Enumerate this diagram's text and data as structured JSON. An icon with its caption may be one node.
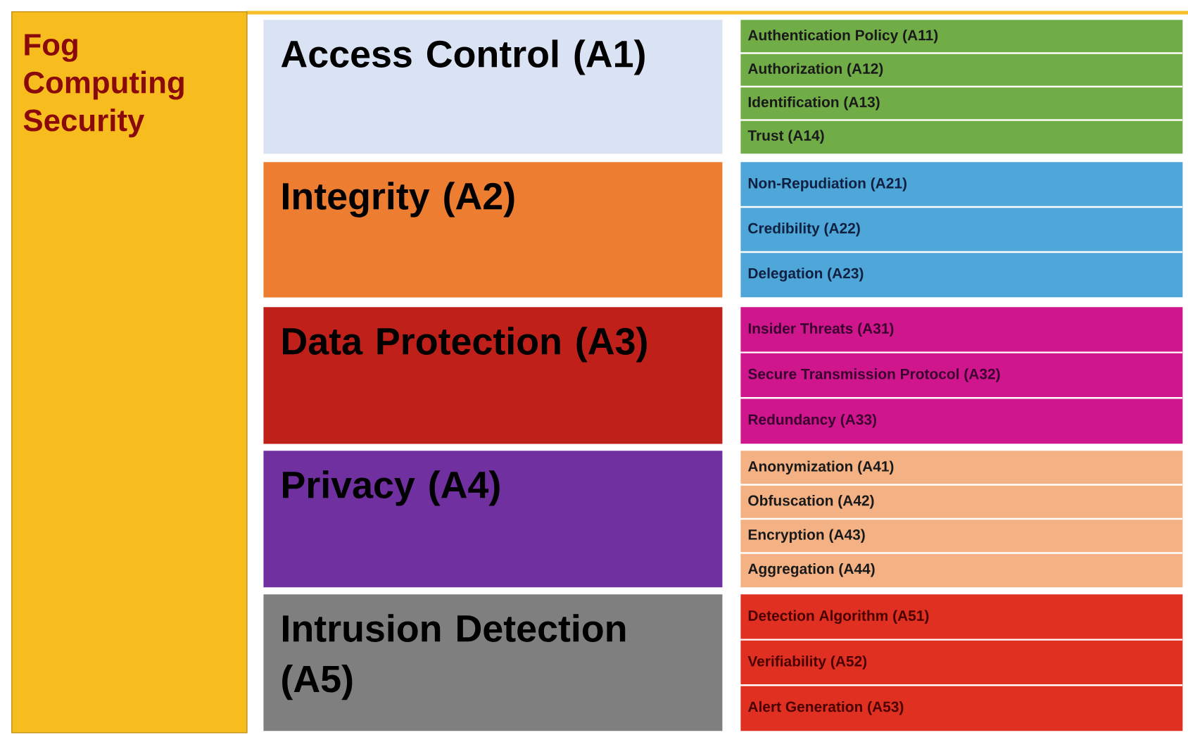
{
  "diagram": {
    "nodes": [
      {
        "text": [
          "Fog Computing Security"
        ]
      },
      {
        "text": [
          "Access Control (A1)"
        ]
      },
      {
        "text": [
          "Authentication Policy (A11)"
        ]
      },
      {
        "text": [
          "Authorization (A12)"
        ]
      },
      {
        "text": [
          "Identification (A13)"
        ]
      },
      {
        "text": [
          "Trust (A14)"
        ]
      },
      {
        "text": [
          "Integrity (A2)"
        ]
      },
      {
        "text": [
          "Non-Repudiation (A21)"
        ]
      },
      {
        "text": [
          "Credibility (A22)"
        ]
      },
      {
        "text": [
          "Delegation (A23)"
        ]
      },
      {
        "text": [
          "Data Protection (A3)"
        ]
      },
      {
        "text": [
          "Insider Threats (A31)"
        ]
      },
      {
        "text": [
          "Secure Transmission Protocol (A32)"
        ]
      },
      {
        "text": [
          "Redundancy (A33)"
        ]
      },
      {
        "text": [
          "Privacy (A4)"
        ]
      },
      {
        "text": [
          "Anonymization (A41)"
        ]
      },
      {
        "text": [
          "Obfuscation (A42)"
        ]
      },
      {
        "text": [
          "Encryption (A43)"
        ]
      },
      {
        "text": [
          "Aggregation (A44)"
        ]
      },
      {
        "text": [
          "Intrusion Detection (A5)"
        ]
      },
      {
        "text": [
          "Detection Algorithm (A51)"
        ]
      },
      {
        "text": [
          "Verifiability (A52)"
        ]
      },
      {
        "text": [
          "Alert Generation (A53)"
        ]
      }
    ]
  }
}
